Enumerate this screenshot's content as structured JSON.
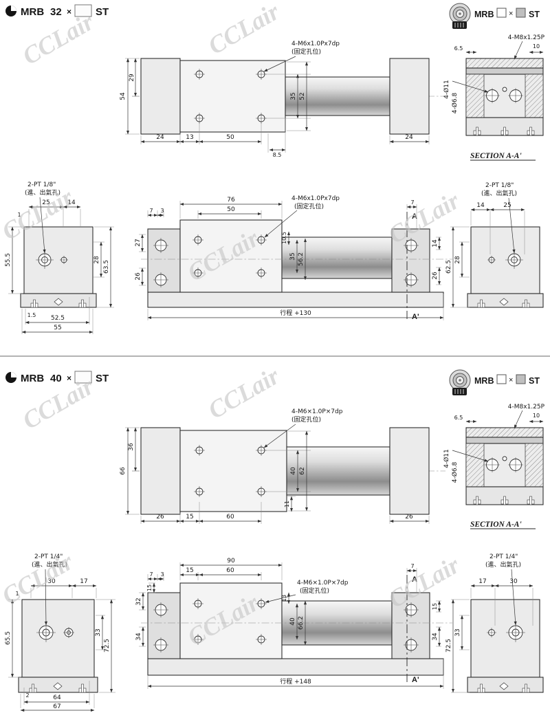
{
  "page": {
    "watermark": "CCLair"
  },
  "mrb32": {
    "header": {
      "series": "MRB",
      "bore": "32",
      "x": "×",
      "st": "ST"
    },
    "logo": {
      "series": "MRB",
      "x": "×",
      "st": "ST"
    },
    "top": {
      "thread": "4-M6x1.0Px7dp",
      "note": "(固定孔位)",
      "h54": "54",
      "h29": "29",
      "w24l": "24",
      "w13": "13",
      "w50": "50",
      "w85": "8.5",
      "v35": "35",
      "v52": "52",
      "w24r": "24"
    },
    "sec": {
      "caption": "SECTION A-A'",
      "w65": "6.5",
      "w10": "10",
      "thread": "4-M8x1.25P",
      "holes1": "4-Ø11",
      "holes2": "4-Ø6.8"
    },
    "left": {
      "port": "2-PT 1/8\"",
      "portnote": "(進、出氣孔)",
      "w25": "25",
      "w14": "14",
      "t1": "1",
      "v555": "55.5",
      "v28": "28",
      "v635": "63.5",
      "b15": "1.5",
      "b525": "52.5",
      "b55": "55"
    },
    "side": {
      "thread": "4-M6x1.0Px7dp",
      "note": "(固定孔位)",
      "w7": "7",
      "w3": "3",
      "w76": "76",
      "w50": "50",
      "w7r": "7",
      "a": "A",
      "a2": "A'",
      "v27": "27",
      "v26l": "26",
      "v105": "10.5",
      "v35": "35",
      "v562": "56.2",
      "v14": "14",
      "v26r": "26",
      "stroke": "行程 +130"
    },
    "right": {
      "port": "2-PT 1/8\"",
      "portnote": "(進、出氣孔)",
      "w14": "14",
      "w25": "25",
      "v28": "28",
      "v625": "62.5"
    }
  },
  "mrb40": {
    "header": {
      "series": "MRB",
      "bore": "40",
      "x": "×",
      "st": "ST"
    },
    "logo": {
      "series": "MRB",
      "x": "×",
      "st": "ST"
    },
    "top": {
      "thread": "4-M6×1.0P×7dp",
      "note": "(固定孔位)",
      "h66": "66",
      "h36": "36",
      "w26l": "26",
      "w15": "15",
      "w60": "60",
      "v11": "11",
      "v40": "40",
      "v62": "62",
      "w26r": "26"
    },
    "sec": {
      "caption": "SECTION A-A'",
      "w65": "6.5",
      "w10": "10",
      "thread": "4-M8x1.25P",
      "holes1": "4-Ø11",
      "holes2": "4-Ø6.8"
    },
    "left": {
      "port": "2-PT 1/4\"",
      "portnote": "(進、出氣孔)",
      "w30": "30",
      "w17": "17",
      "t1": "1",
      "v655": "65.5",
      "v33": "33",
      "v725": "72.5",
      "b2": "2",
      "b64": "64",
      "b67": "67"
    },
    "side": {
      "thread": "4-M6×1.0P×7dp",
      "note": "(固定孔位)",
      "w7": "7",
      "w3": "3",
      "w90": "90",
      "w15": "15",
      "w60": "60",
      "w7r": "7",
      "a": "A",
      "a2": "A'",
      "v15l": "15",
      "v32": "32",
      "v34l": "34",
      "v13": "13",
      "v40": "40",
      "v662": "66.2",
      "v15r": "15",
      "v34r": "34",
      "stroke": "行程 +148"
    },
    "right": {
      "port": "2-PT 1/4\"",
      "portnote": "(進、出氣孔)",
      "w17": "17",
      "w30": "30",
      "v33": "33",
      "v725": "72.5"
    }
  }
}
